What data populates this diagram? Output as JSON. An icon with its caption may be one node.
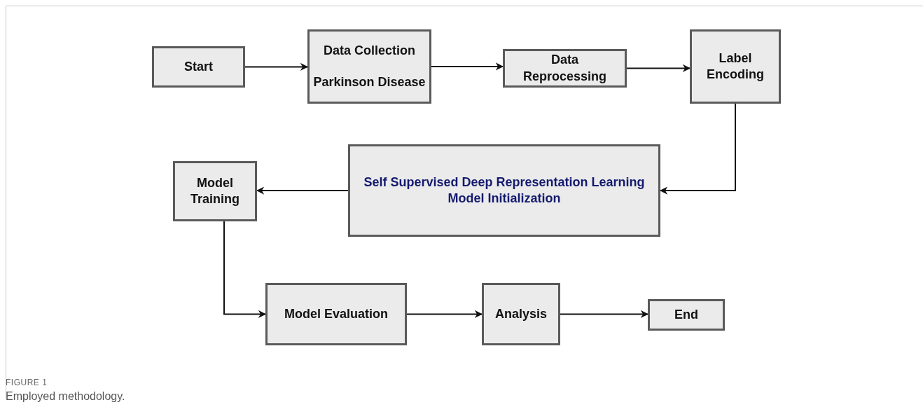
{
  "diagram": {
    "caption": "Employed methodology.",
    "nodes": [
      {
        "text": [
          "Start"
        ]
      },
      {
        "text": [
          "Data Collection",
          "Parkinson Disease"
        ]
      },
      {
        "text": [
          "Data Reprocessing"
        ]
      },
      {
        "text": [
          "Label Encoding"
        ]
      },
      {
        "text": [
          "Self Supervised Deep Representation Learning Model Initialization"
        ]
      },
      {
        "text": [
          "Model Training"
        ]
      },
      {
        "text": [
          "Model Evaluation"
        ]
      },
      {
        "text": [
          "Analysis"
        ]
      },
      {
        "text": [
          "End"
        ]
      }
    ],
    "edges": [
      {
        "from": 0,
        "to": 1,
        "arrow": "to"
      },
      {
        "from": 1,
        "to": 2,
        "arrow": "to"
      },
      {
        "from": 2,
        "to": 3,
        "arrow": "to"
      },
      {
        "from": 3,
        "to": 4,
        "arrow": "to"
      },
      {
        "from": 4,
        "to": 5,
        "arrow": "to"
      },
      {
        "from": 5,
        "to": 6,
        "arrow": "to"
      },
      {
        "from": 6,
        "to": 7,
        "arrow": "to"
      },
      {
        "from": 7,
        "to": 8,
        "arrow": "to"
      }
    ],
    "labels": [
      "FIGURE 1"
    ]
  }
}
